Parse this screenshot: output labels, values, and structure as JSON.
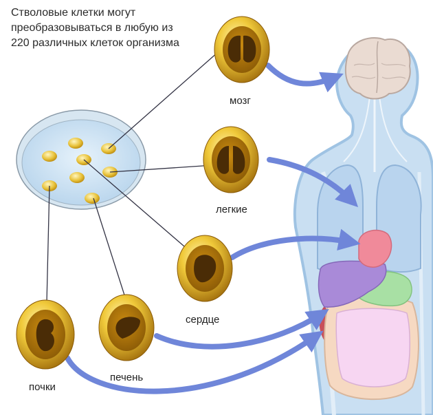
{
  "caption": {
    "line1": "Стволовые клетки могут",
    "line2": "преобразовываться в любую из",
    "line3": "220 различных клеток организма"
  },
  "labels": {
    "brain": "мозг",
    "lungs": "легкие",
    "heart": "сердце",
    "liver": "печень",
    "kidney": "почки"
  },
  "colors": {
    "body_fill": "#c9dff2",
    "body_outline": "#9fc3e3",
    "cell_gold": "#d9a520",
    "cell_dark": "#5a3a08",
    "arrow": "#6f86d9",
    "lungs": "#b9d4ee",
    "heart": "#f08a9a",
    "liver": "#a98ad8",
    "stomach": "#a8e0a4",
    "intestine": "#f7d6f2",
    "kidney_organ": "#c8505a",
    "brain": "#eadbd2",
    "dish": "#cfe4f4"
  }
}
